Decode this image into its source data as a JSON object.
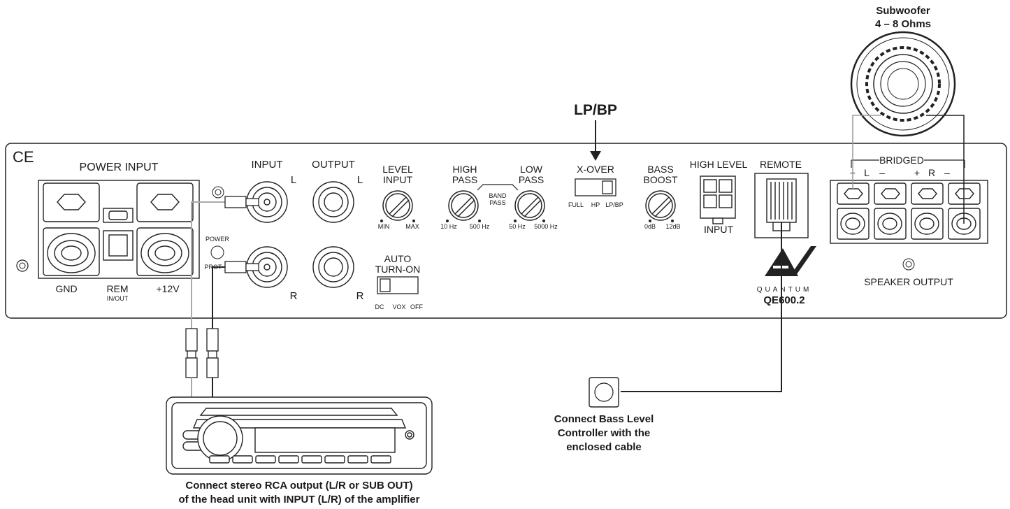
{
  "panel": {
    "ce_mark": "CE",
    "power_input": "POWER INPUT",
    "gnd": "GND",
    "rem": "REM",
    "rem_sub": "IN/OUT",
    "plus12v": "+12V",
    "power_led": "POWER",
    "prot_led": "PROT",
    "input": "INPUT",
    "output": "OUTPUT",
    "left": "L",
    "right": "R",
    "level_input_1": "LEVEL",
    "level_input_2": "INPUT",
    "level_min": "MIN",
    "level_max": "MAX",
    "high_pass_1": "HIGH",
    "high_pass_2": "PASS",
    "band_pass_1": "BAND",
    "band_pass_2": "PASS",
    "low_pass_1": "LOW",
    "low_pass_2": "PASS",
    "hp_min": "10 Hz",
    "hp_max": "500 Hz",
    "lp_min": "50 Hz",
    "lp_max": "5000 Hz",
    "xover": "X-OVER",
    "xover_full": "FULL",
    "xover_hp": "HP",
    "xover_lpbp": "LP/BP",
    "bass_boost_1": "BASS",
    "bass_boost_2": "BOOST",
    "boost_min": "0dB",
    "boost_max": "12dB",
    "high_level": "HIGH LEVEL",
    "high_level_input": "INPUT",
    "remote": "REMOTE",
    "auto_turn_on_1": "AUTO",
    "auto_turn_on_2": "TURN-ON",
    "auto_dc": "DC",
    "auto_vox": "VOX",
    "auto_off": "OFF",
    "brand": "QUANTUM",
    "model": "QE600.2",
    "bridged": "BRIDGED",
    "speaker_output": "SPEAKER OUTPUT",
    "plus": "+",
    "minus": "–"
  },
  "callouts": {
    "lpbp": "LP/BP",
    "subwoofer_1": "Subwoofer",
    "subwoofer_2": "4 – 8 Ohms",
    "bass_ctrl_1": "Connect Bass Level",
    "bass_ctrl_2": "Controller with the",
    "bass_ctrl_3": "enclosed cable",
    "rca_1": "Connect stereo RCA output (L/R or SUB OUT)",
    "rca_2": "of the head unit with INPUT (L/R) of the amplifier"
  }
}
